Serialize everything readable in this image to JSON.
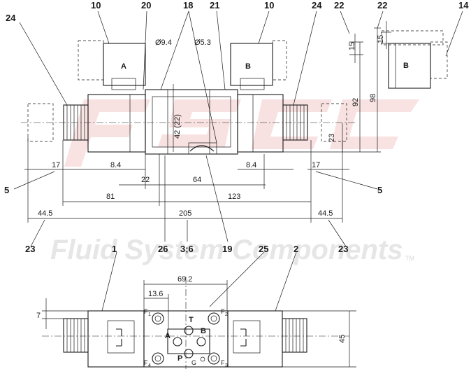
{
  "watermark": {
    "text": "Fluid System Components",
    "tm": "TM",
    "logo_color": "#f3caca"
  },
  "callouts": {
    "c24_left": "24",
    "c10_left": "10",
    "c20": "20",
    "c18": "18",
    "c21": "21",
    "c10_right": "10",
    "c24_right": "24",
    "c22_top": "22",
    "c22_side": "22",
    "c14": "14",
    "c5_left": "5",
    "c5_right": "5",
    "c23_left": "23",
    "c23_right": "23",
    "c26": "26",
    "c3_6": "3;6",
    "c19": "19",
    "c1": "1",
    "c25": "25",
    "c2": "2"
  },
  "dimensions": {
    "d9_4": "Ø9.4",
    "d5_3": "Ø5.3",
    "d15_top": "15",
    "d15_side": "15",
    "d92": "92",
    "d98": "98",
    "d42": "42 (22)",
    "d23_vert": "23",
    "d17_left": "17",
    "d8_4_left": "8.4",
    "d8_4_right": "8.4",
    "d17_right": "17",
    "d22": "22",
    "d64": "64",
    "d81": "81",
    "d123": "123",
    "d44_5_left": "44.5",
    "d205": "205",
    "d44_5_right": "44.5",
    "d69_2": "69.2",
    "d13_6": "13.6",
    "d7": "7",
    "d45": "45"
  },
  "ports": {
    "a_coil_left": "A",
    "b_coil_right": "B",
    "b_side": "B",
    "t": "T",
    "a": "A",
    "b": "B",
    "p": "P",
    "g": "G"
  },
  "holes": {
    "f1": "F",
    "f1_sub": "1",
    "f2": "F",
    "f2_sub": "2",
    "f3": "F",
    "f3_sub": "3",
    "f4": "F",
    "f4_sub": "4"
  }
}
